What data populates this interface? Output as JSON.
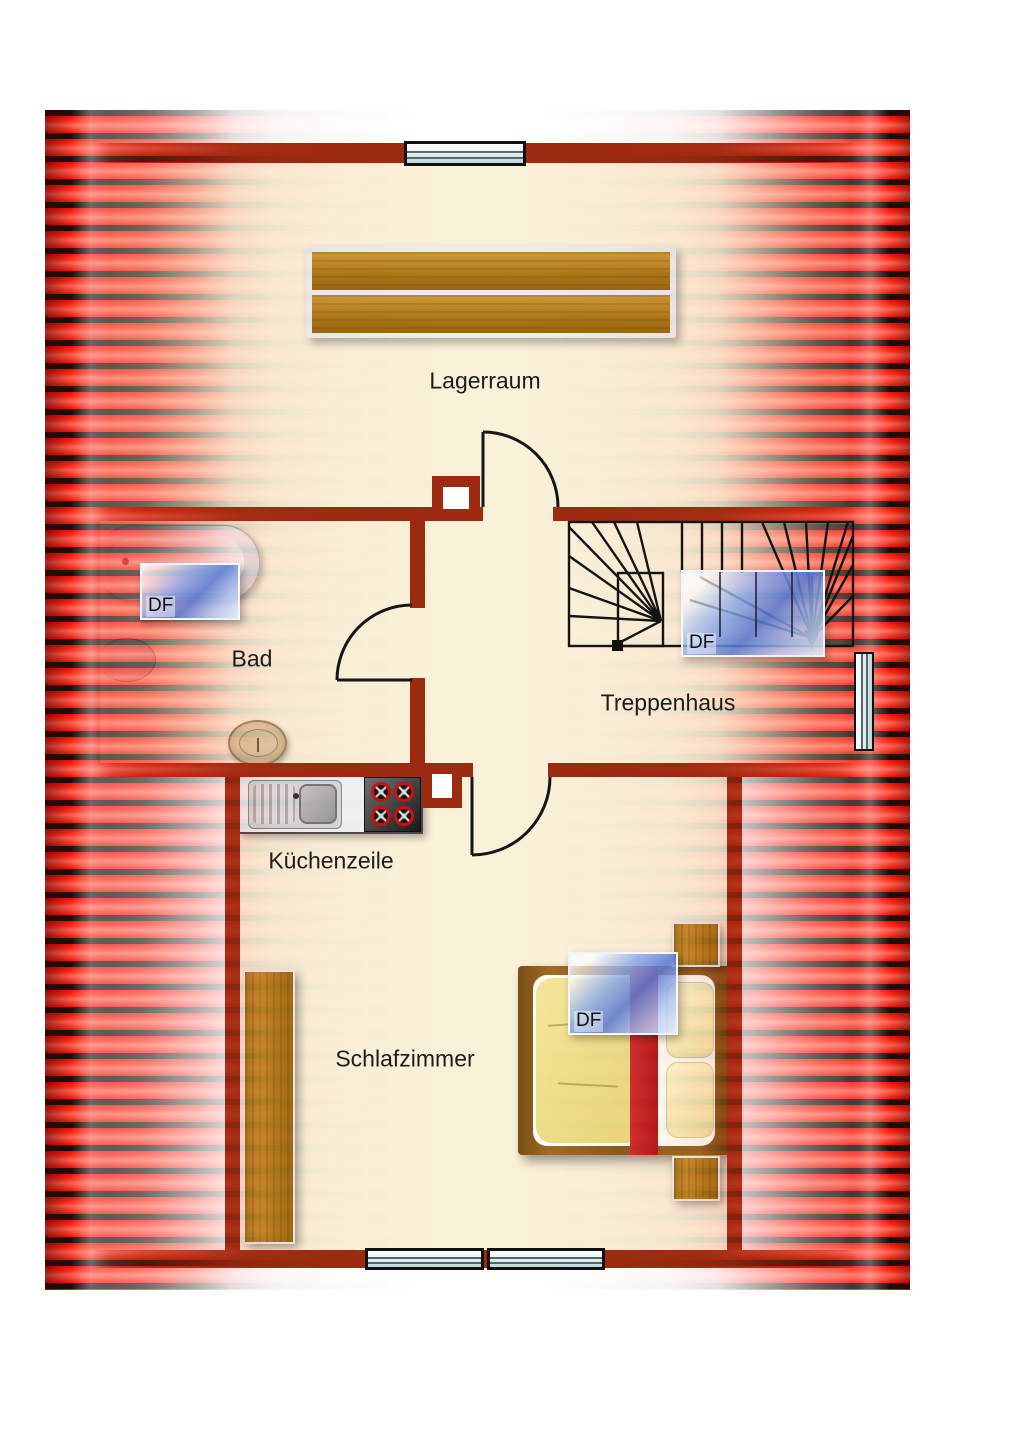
{
  "rooms": {
    "lagerraum": "Lagerraum",
    "bad": "Bad",
    "treppenhaus": "Treppenhaus",
    "kueche": "Küchenzeile",
    "schlafzimmer": "Schlafzimmer"
  },
  "roof_windows": {
    "bad": "DF",
    "stairs": "DF",
    "bed": "DF"
  },
  "colors": {
    "wall": "#9c2b11",
    "floor": "#faf1d9",
    "roof_tile_red": "#ef1005",
    "roof_tile_line": "#1b0d07",
    "wood": "#b07c1c",
    "window_glass": "#bdd7da",
    "roof_window_blue": "#587ad4",
    "bed_runner_red": "#c32222",
    "bed_blanket_yellow": "#f0e190",
    "stove_burner_ring": "#cc1111"
  }
}
